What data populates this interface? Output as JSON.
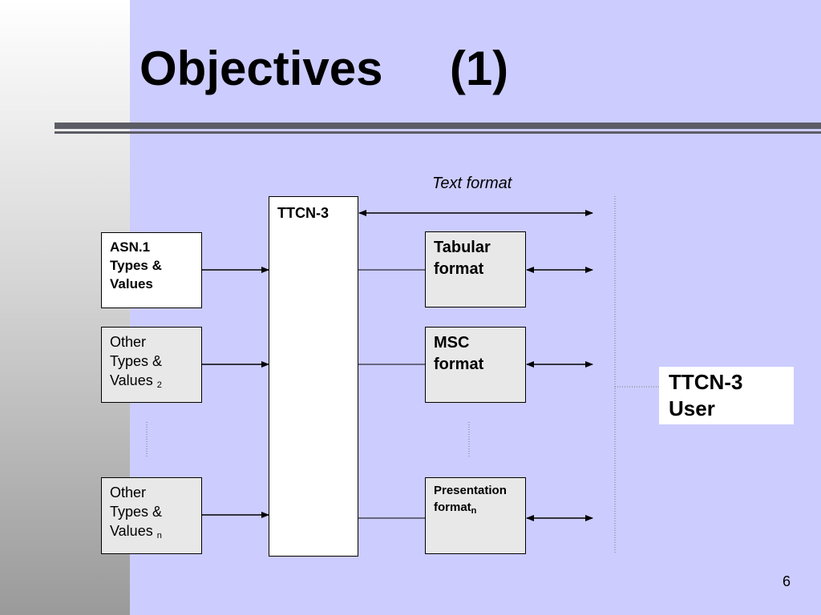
{
  "slide": {
    "title": "Objectives     (1)",
    "page_number": "6"
  },
  "diagram": {
    "text_format_label": "Text format",
    "ttcn3_box": "TTCN-3",
    "inputs": [
      {
        "line1": "ASN.1",
        "line2": "Types &",
        "line3": "Values",
        "subscript": ""
      },
      {
        "line1": "Other",
        "line2": "Types &",
        "line3": "Values",
        "subscript": "2"
      },
      {
        "line1": "Other",
        "line2": "Types &",
        "line3": "Values",
        "subscript": "n"
      }
    ],
    "formats": [
      {
        "line1": "Tabular",
        "line2": "format",
        "subscript": ""
      },
      {
        "line1": "MSC",
        "line2": "format",
        "subscript": ""
      },
      {
        "line1": "Presentation",
        "line2": "format",
        "subscript": "n"
      }
    ],
    "user_box": {
      "line1": "TTCN-3",
      "line2": "User"
    }
  }
}
